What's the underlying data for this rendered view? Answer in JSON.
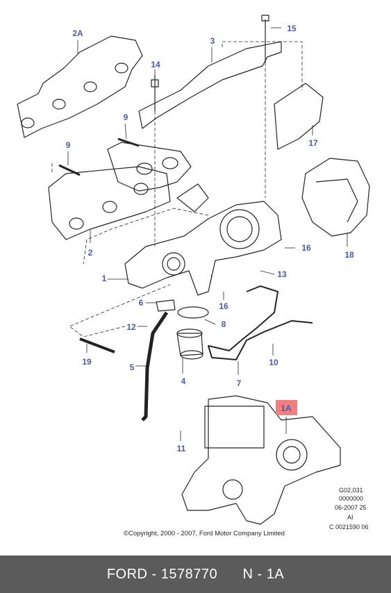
{
  "callouts": [
    "2A",
    "3",
    "15",
    "14",
    "9",
    "9",
    "17",
    "2",
    "18",
    "16",
    "1",
    "13",
    "6",
    "16",
    "12",
    "8",
    "19",
    "5",
    "4",
    "7",
    "10",
    "11",
    "1A"
  ],
  "drawing_info": [
    "G02,031",
    "0000000",
    "06-2007 25",
    "AI",
    "C 0021590 06"
  ],
  "copyright": "©Copyright, 2000 - 2007, Ford Motor Company Limited",
  "footer": {
    "brand": "FORD",
    "sep1": " - ",
    "part_number": "1578770",
    "sep2": "      ",
    "position": "N - 1A"
  },
  "colors": {
    "callout": "#4a5aa8",
    "highlight": "#f08080",
    "footer_bg": "#5b5b5b"
  }
}
